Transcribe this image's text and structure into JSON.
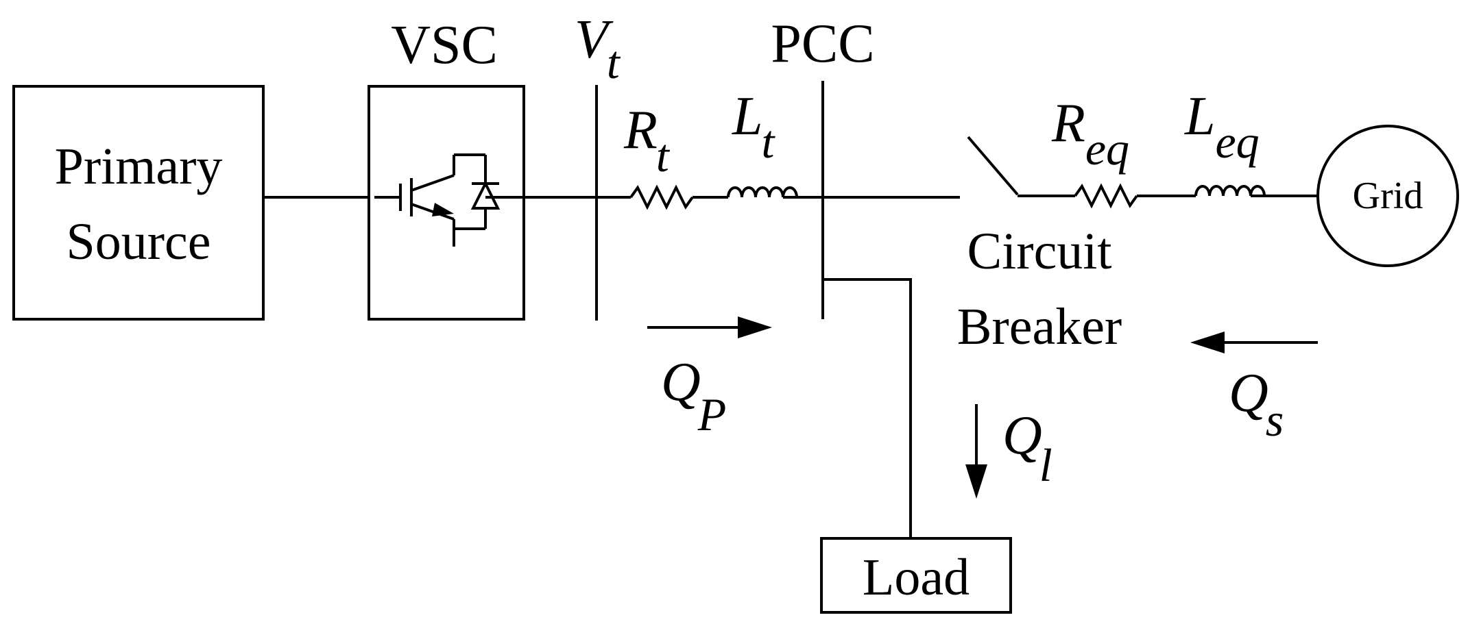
{
  "blocks": {
    "primary_source": {
      "line1": "Primary",
      "line2": "Source"
    },
    "vsc": {
      "label": "VSC"
    },
    "grid": {
      "label": "Grid"
    },
    "load": {
      "label": "Load"
    }
  },
  "labels": {
    "vt": {
      "main": "V",
      "sub": "t"
    },
    "pcc": "PCC",
    "rt": {
      "main": "R",
      "sub": "t"
    },
    "lt": {
      "main": "L",
      "sub": "t"
    },
    "req": {
      "main": "R",
      "sub": "eq"
    },
    "leq": {
      "main": "L",
      "sub": "eq"
    },
    "circuit_breaker": {
      "line1": "Circuit",
      "line2": "Breaker"
    },
    "qp": {
      "main": "Q",
      "sub": "P"
    },
    "ql": {
      "main": "Q",
      "sub": "l"
    },
    "qs": {
      "main": "Q",
      "sub": "s"
    }
  },
  "colors": {
    "stroke": "#000000",
    "background": "#ffffff"
  }
}
